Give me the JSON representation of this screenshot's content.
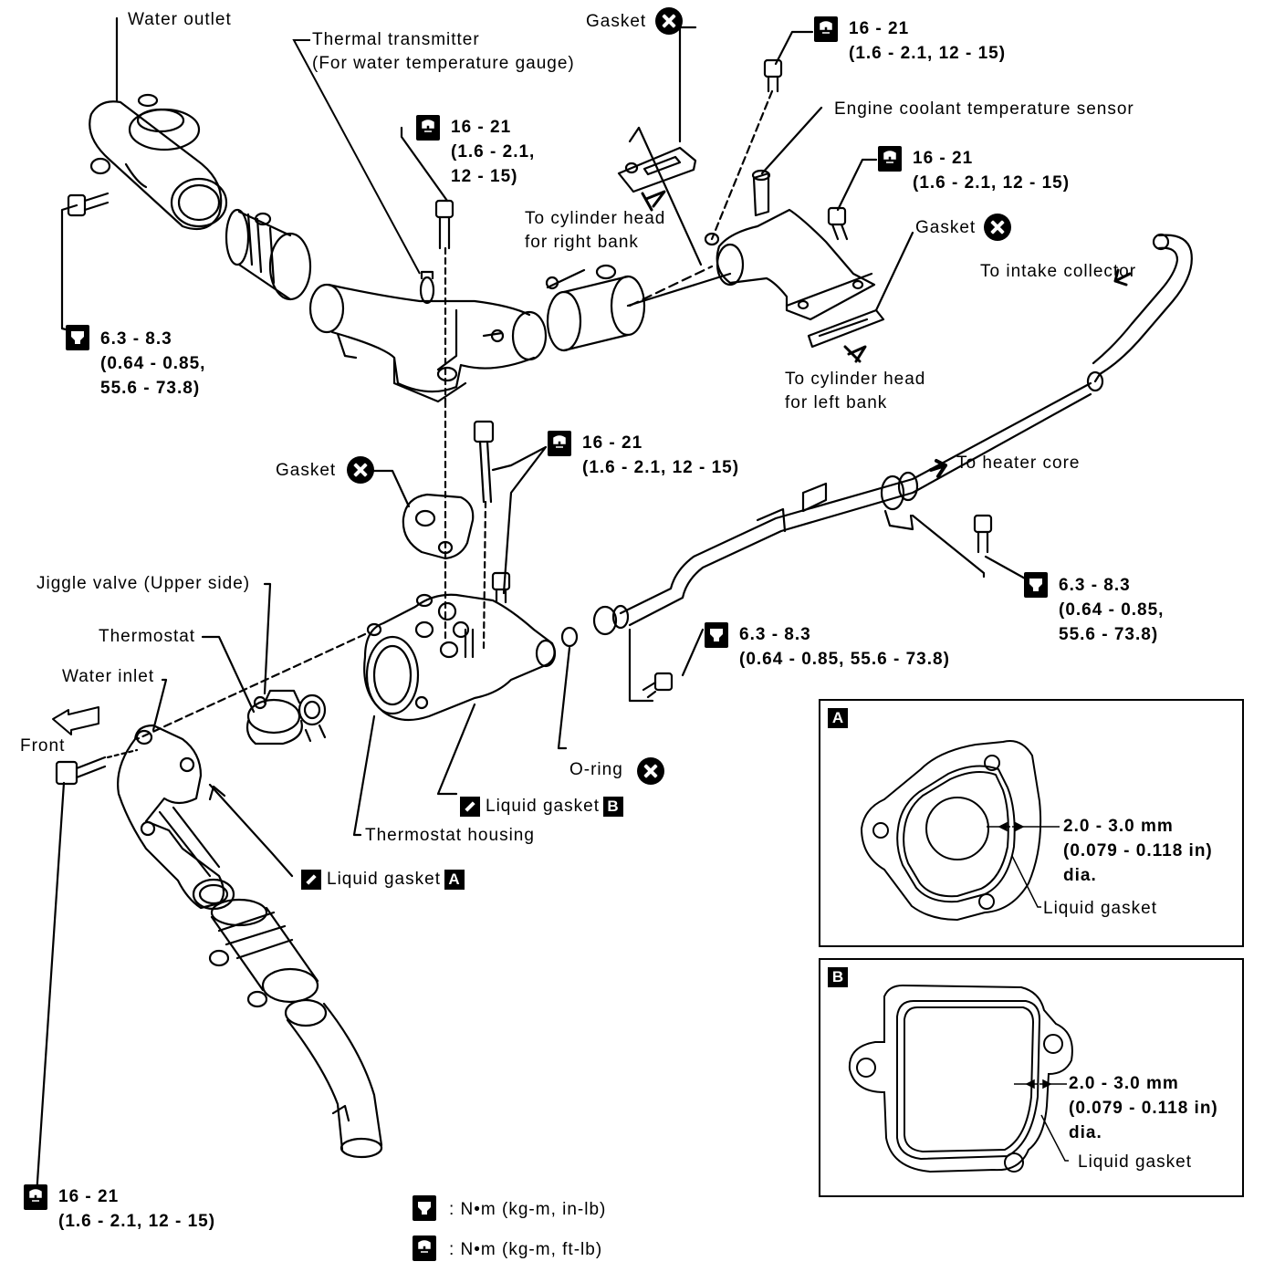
{
  "labels": {
    "water_outlet": "Water outlet",
    "thermal_transmitter": "Thermal transmitter",
    "thermal_transmitter_sub": "(For water temperature gauge)",
    "gasket": "Gasket",
    "engine_coolant_sensor": "Engine coolant temperature sensor",
    "to_cyl_right_1": "To cylinder head",
    "to_cyl_right_2": "for right bank",
    "to_intake": "To intake collector",
    "to_cyl_left_1": "To cylinder head",
    "to_cyl_left_2": "for left bank",
    "to_heater": "To heater core",
    "jiggle_valve": "Jiggle valve (Upper side)",
    "thermostat": "Thermostat",
    "water_inlet": "Water inlet",
    "front": "Front",
    "o_ring": "O-ring",
    "liquid_gasket": "Liquid gasket",
    "thermostat_housing": "Thermostat housing",
    "letter_a": "A",
    "letter_b": "B"
  },
  "torque_specs": {
    "spec_16_21": [
      "16 - 21",
      "(1.6 - 2.1, 12 - 15)"
    ],
    "spec_16_21_split": [
      "16 - 21",
      "(1.6 - 2.1,",
      "12 - 15)"
    ],
    "spec_63_83_three": [
      "6.3 - 8.3",
      "(0.64 - 0.85,",
      "55.6 - 73.8)"
    ],
    "spec_63_83_two": [
      "6.3 - 8.3",
      "(0.64 - 0.85, 55.6 - 73.8)"
    ]
  },
  "inset_a": {
    "letter": "A",
    "dim_1": "2.0 - 3.0 mm",
    "dim_2": "(0.079 - 0.118 in)",
    "dim_3": "dia.",
    "label": "Liquid gasket"
  },
  "inset_b": {
    "letter": "B",
    "dim_1": "2.0 - 3.0 mm",
    "dim_2": "(0.079 - 0.118 in)",
    "dim_3": "dia.",
    "label": "Liquid gasket"
  },
  "legend": {
    "nm_in_lb": ": N•m (kg-m, in-lb)",
    "nm_ft_lb": ": N•m (kg-m, ft-lb)"
  }
}
